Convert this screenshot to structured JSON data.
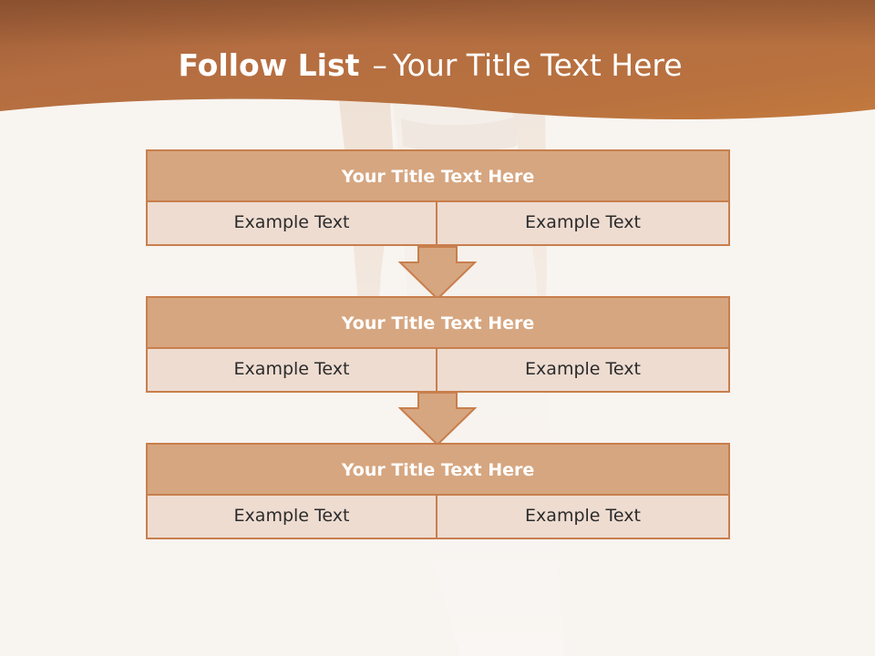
{
  "slide": {
    "title_bold": "Follow List",
    "title_dash": "–",
    "title_rest": "Your Title Text Here"
  },
  "blocks": [
    {
      "title": "Your Title Text Here",
      "left": "Example Text",
      "right": "Example Text"
    },
    {
      "title": "Your Title Text Here",
      "left": "Example Text",
      "right": "Example Text"
    },
    {
      "title": "Your Title Text Here",
      "left": "Example Text",
      "right": "Example Text"
    }
  ],
  "colors": {
    "header": "#b9703f",
    "block_header": "#d6a680",
    "block_cell": "#eedcd1",
    "border": "#c87f4d",
    "arrow": "#d6a680"
  }
}
